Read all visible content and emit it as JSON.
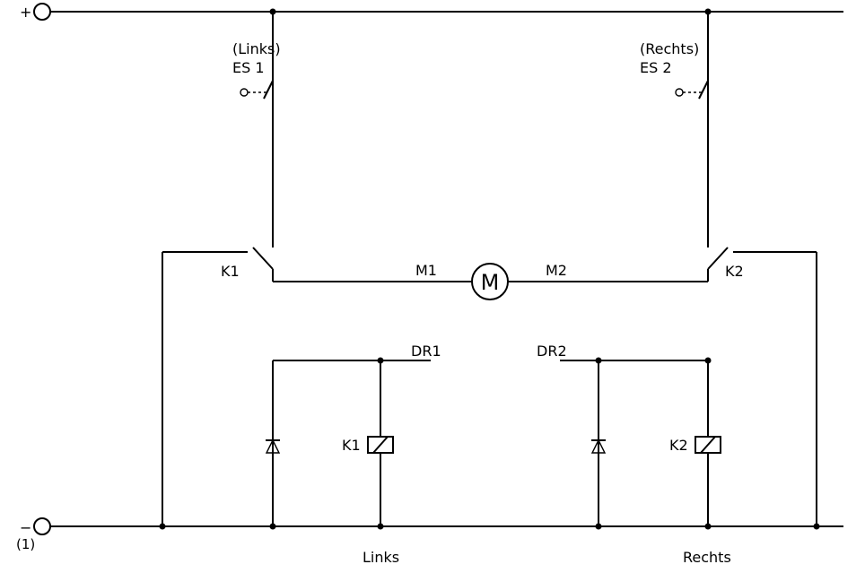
{
  "rails": {
    "positive_symbol": "+",
    "negative_symbol": "−",
    "negative_note": "(1)"
  },
  "limit_switches": {
    "left": {
      "side": "(Links)",
      "name": "ES 1"
    },
    "right": {
      "side": "(Rechts)",
      "name": "ES 2"
    }
  },
  "relay_contacts": {
    "left": "K1",
    "right": "K2"
  },
  "motor": {
    "symbol": "M",
    "terminal_left": "M1",
    "terminal_right": "M2"
  },
  "inputs": {
    "left": "DR1",
    "right": "DR2"
  },
  "coils": {
    "left": "K1",
    "right": "K2"
  },
  "bottom_labels": {
    "left": "Links",
    "right": "Rechts"
  }
}
